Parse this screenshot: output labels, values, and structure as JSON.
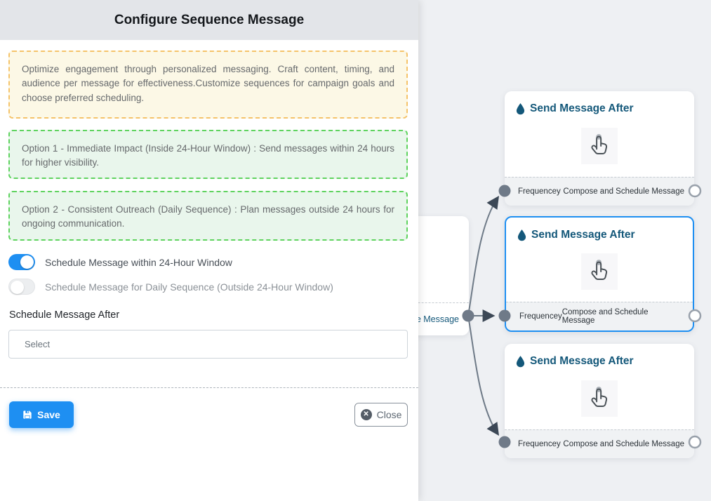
{
  "panel": {
    "title": "Configure Sequence Message",
    "intro_box": "Optimize engagement through personalized messaging. Craft content, timing, and audience per message for effectiveness.Customize sequences for campaign goals and choose preferred scheduling.",
    "option1_box": "Option 1 - Immediate Impact (Inside 24-Hour Window) : Send messages within 24 hours for higher visibility.",
    "option2_box": "Option 2 - Consistent Outreach (Daily Sequence) : Plan messages outside 24 hours for ongoing communication.",
    "toggles": [
      {
        "label": "Schedule Message within 24-Hour Window",
        "state": "on"
      },
      {
        "label": "Schedule Message for Daily Sequence (Outside 24-Hour Window)",
        "state": "off"
      }
    ],
    "schedule_after": {
      "label": "Schedule Message After",
      "value": "Select"
    },
    "buttons": {
      "save": "Save",
      "close": "Close"
    }
  },
  "flow": {
    "source_card": {
      "footer_visible_text": "ce Message"
    },
    "cards": [
      {
        "title": "Send Message After",
        "footer_left": "Frequencey",
        "footer_right": "Compose and Schedule Message",
        "selected": false
      },
      {
        "title": "Send Message After",
        "footer_left": "Frequencey",
        "footer_right": "Compose and Schedule Message",
        "selected": true
      },
      {
        "title": "Send Message After",
        "footer_left": "Frequencey",
        "footer_right": "Compose and Schedule Message",
        "selected": false
      }
    ]
  },
  "colors": {
    "accent_blue": "#1e8ff2",
    "node_title_teal": "#14587a",
    "warning_border": "#f5c36a",
    "success_border": "#5fd35f",
    "edge_gray": "#6e7a87"
  }
}
